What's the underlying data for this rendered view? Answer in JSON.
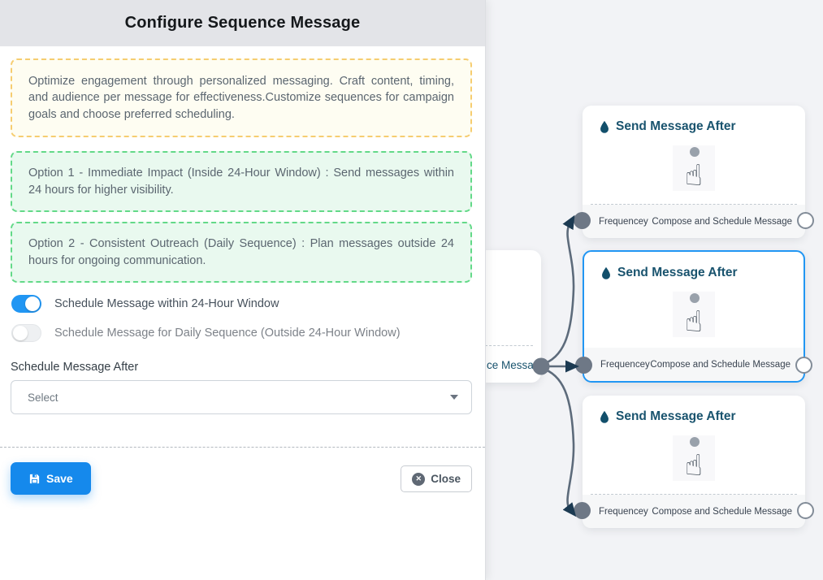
{
  "colors": {
    "accent_blue": "#2196f3",
    "save_button_bg": "#1589ec",
    "toggle_on": "#2196f3",
    "note_yellow_border": "#f6cd70",
    "note_yellow_bg": "#fefdf2",
    "note_green_border": "#63d988",
    "note_green_bg": "#e9f9ef",
    "card_title_teal": "#19536e",
    "edge_line": "#5d6b7b",
    "arrowhead": "#1c3a52",
    "canvas_bg": "#f2f3f6",
    "header_bg": "#e3e4e8"
  },
  "modal": {
    "title": "Configure Sequence Message",
    "notes": {
      "intro": "Optimize engagement through personalized messaging. Craft content, timing, and audience per message for effectiveness.Customize sequences for campaign goals and choose preferred scheduling.",
      "option1": "Option 1 - Immediate Impact (Inside 24-Hour Window) : Send messages within 24 hours for higher visibility.",
      "option2": "Option 2 - Consistent Outreach (Daily Sequence) : Plan messages outside 24 hours for ongoing communication."
    },
    "toggles": [
      {
        "label": "Schedule Message within 24-Hour Window",
        "state": "on"
      },
      {
        "label": "Schedule Message for Daily Sequence (Outside 24-Hour Window)",
        "state": "off"
      }
    ],
    "schedule_after_label": "Schedule Message After",
    "select_value": "Select",
    "buttons": {
      "save": "Save",
      "close": "Close"
    }
  },
  "canvas": {
    "source_node": {
      "visible_label": "ce Message"
    },
    "cards": [
      {
        "title": "Send Message After",
        "left_handle_label": "Frequencey",
        "right_handle_label": "Compose and Schedule Message",
        "selected": false
      },
      {
        "title": "Send Message After",
        "left_handle_label": "Frequencey",
        "right_handle_label": "Compose and Schedule Message",
        "selected": true
      },
      {
        "title": "Send Message After",
        "left_handle_label": "Frequencey",
        "right_handle_label": "Compose and Schedule Message",
        "selected": false
      }
    ]
  }
}
